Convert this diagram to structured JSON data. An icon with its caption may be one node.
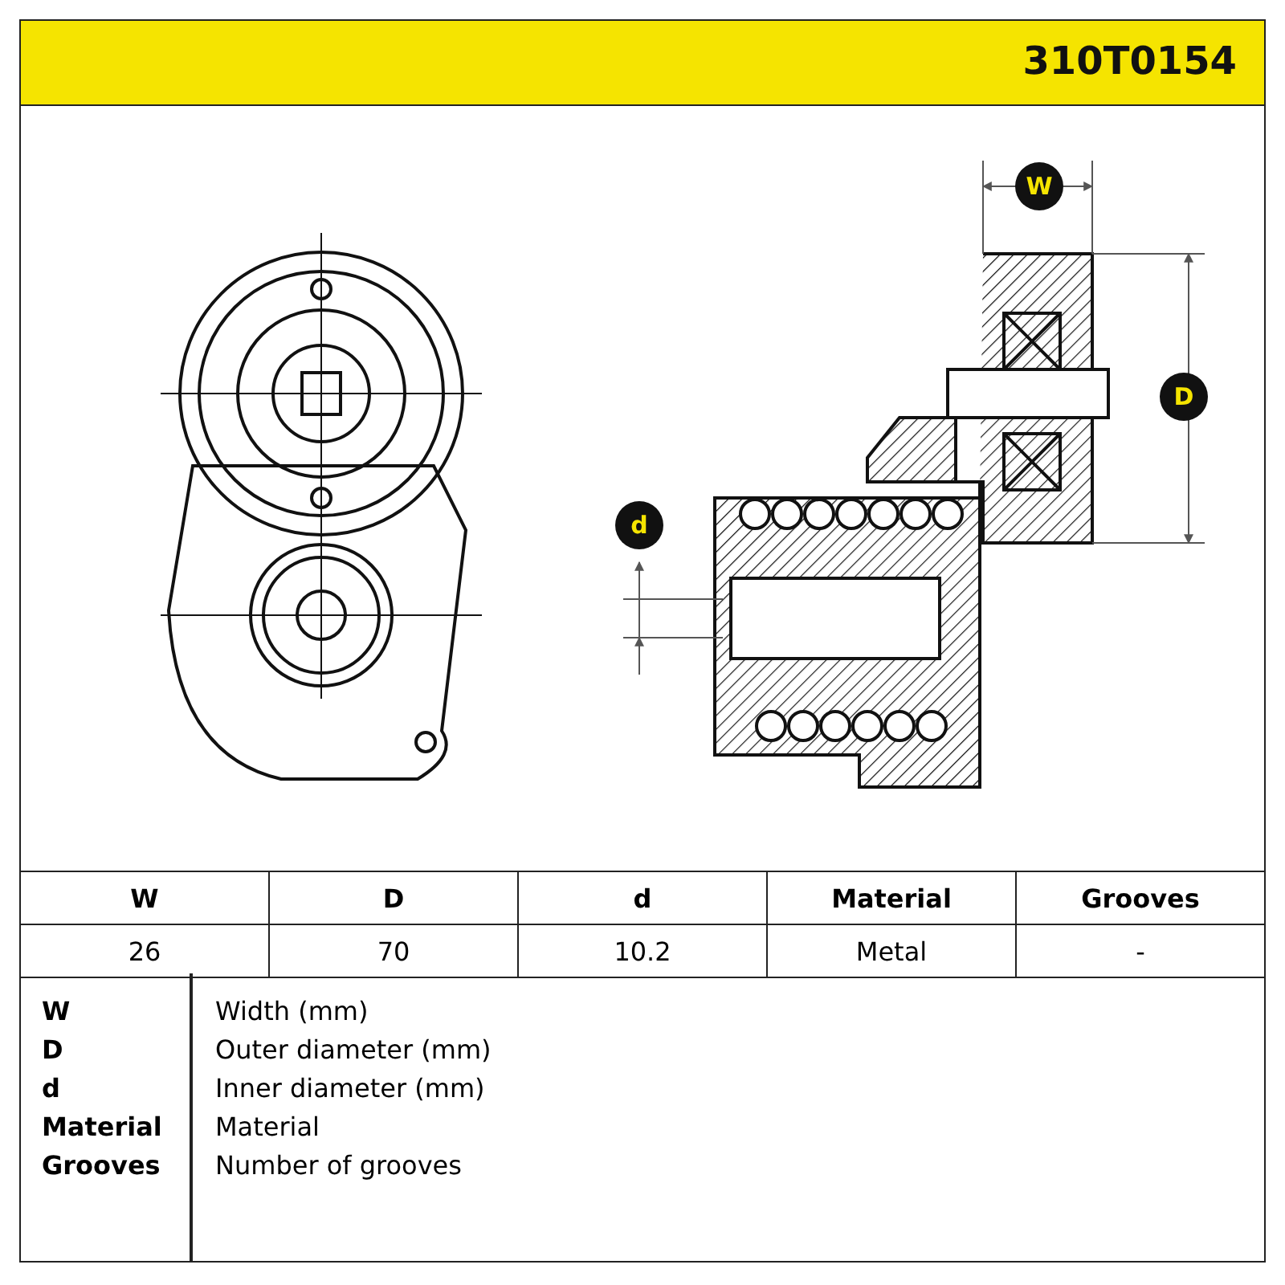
{
  "diagram": {
    "labels": [
      "310T0154",
      "W",
      "D",
      "d",
      "W",
      "D",
      "d",
      "Material",
      "Grooves",
      "26",
      "70",
      "10.2",
      "Metal",
      "-",
      "W",
      "Width (mm)",
      "D",
      "Outer diameter (mm)",
      "d",
      "Inner diameter (mm)",
      "Material",
      "Material",
      "Grooves",
      "Number of grooves"
    ]
  }
}
